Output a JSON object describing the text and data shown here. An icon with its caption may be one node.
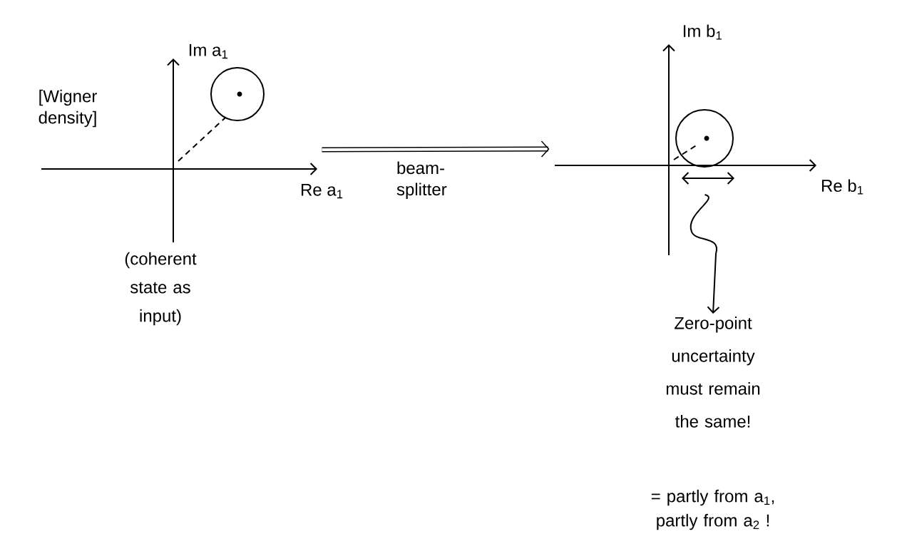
{
  "diagram": {
    "nodes": [
      {
        "text": [],
        "shape": "picture",
        "beside": [
          "Im a$_{1}$",
          "Re a$_{1}$",
          "(coherent state as input)"
        ]
      },
      {
        "text": [],
        "shape": "picture",
        "beside": [
          "Im b$_{1}$",
          "Re b$_{1}$"
        ]
      },
      {
        "text": [
          "Zero-point uncertainty must remain the same!"
        ]
      }
    ],
    "edges": [
      {
        "from": 0,
        "to": 1,
        "arrow": "to",
        "label": "beam-splitter",
        "style": "thick"
      },
      {
        "from": 1,
        "to": 2,
        "arrow": "to"
      }
    ],
    "labels": [
      "[Wigner density]",
      "= partly from a$_{1}$, partly from a$_{2}$ !"
    ]
  }
}
